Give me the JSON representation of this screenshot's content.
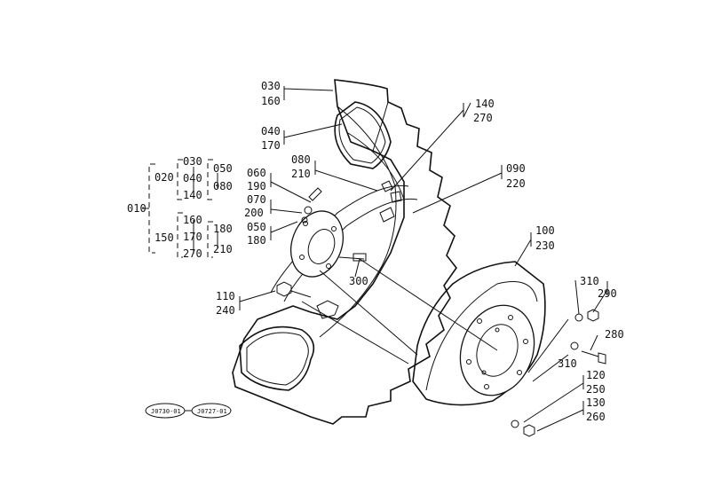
{
  "callouts": {
    "c030a": "030",
    "c160a": "160",
    "c040": "040",
    "c170": "170",
    "c080": "080",
    "c210": "210",
    "c060": "060",
    "c190": "190",
    "c070": "070",
    "c200": "200",
    "c050": "050",
    "c180": "180",
    "c110": "110",
    "c240": "240",
    "c300": "300",
    "c140": "140",
    "c270": "270",
    "c090": "090",
    "c220": "220",
    "c100": "100",
    "c230": "230",
    "c310a": "310",
    "c290": "290",
    "c280": "280",
    "c310b": "310",
    "c120": "120",
    "c250": "250",
    "c130": "130",
    "c260": "260"
  },
  "assembly_tree": {
    "root": "010",
    "branch_a": "020",
    "branch_b": "150",
    "a1": "030",
    "a2": "040",
    "a3": "140",
    "a4": "050",
    "a5": "080",
    "b1": "160",
    "b2": "170",
    "b3": "270",
    "b4": "180",
    "b5": "210"
  },
  "ref_tags": {
    "left": "J0730-01",
    "right": "J0727-01"
  }
}
